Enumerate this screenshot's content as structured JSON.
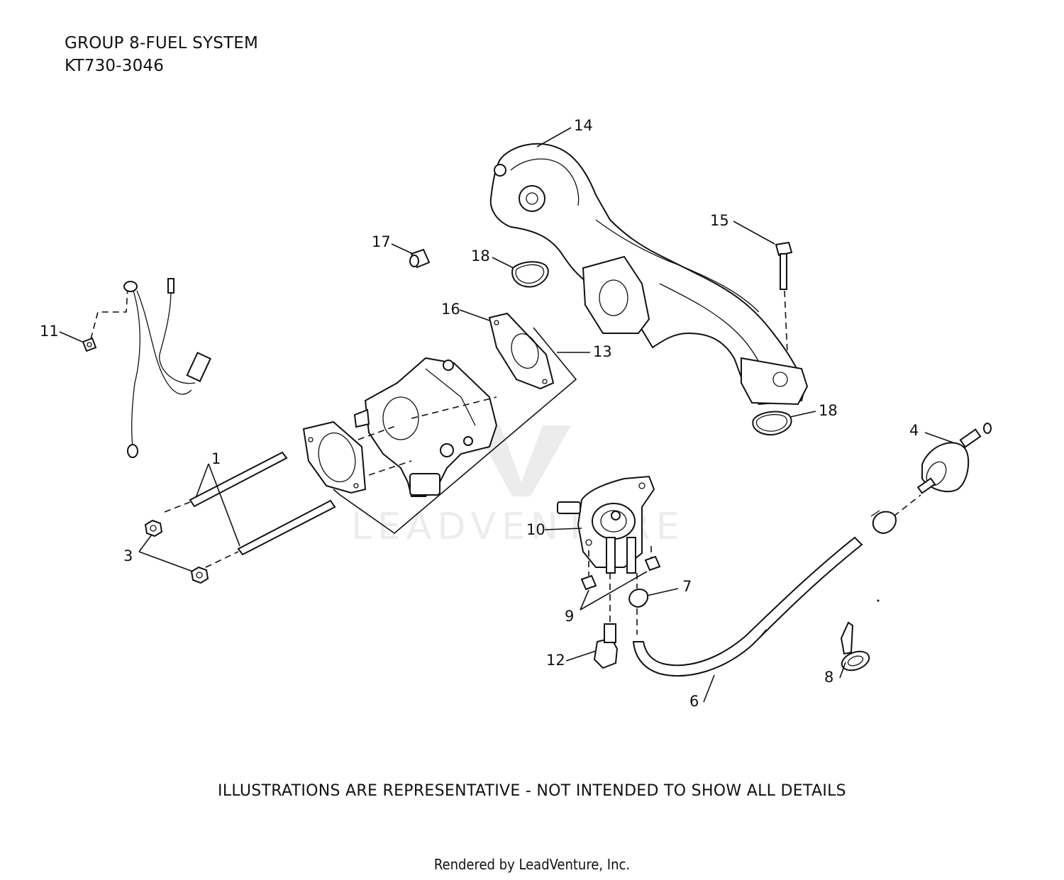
{
  "header": {
    "group_title": "GROUP 8-FUEL SYSTEM",
    "model_code": "KT730-3046"
  },
  "callouts": {
    "c1": "1",
    "c3": "3",
    "c4": "4",
    "c6": "6",
    "c7": "7",
    "c8": "8",
    "c9": "9",
    "c10": "10",
    "c11": "11",
    "c12": "12",
    "c13": "13",
    "c14": "14",
    "c15": "15",
    "c16": "16",
    "c17": "17",
    "c18a": "18",
    "c18b": "18"
  },
  "watermark": "LEADVENTURE",
  "footer": {
    "disclaimer": "ILLUSTRATIONS ARE REPRESENTATIVE - NOT INTENDED TO SHOW ALL DETAILS",
    "rendered_by": "Rendered by LeadVenture, Inc."
  }
}
